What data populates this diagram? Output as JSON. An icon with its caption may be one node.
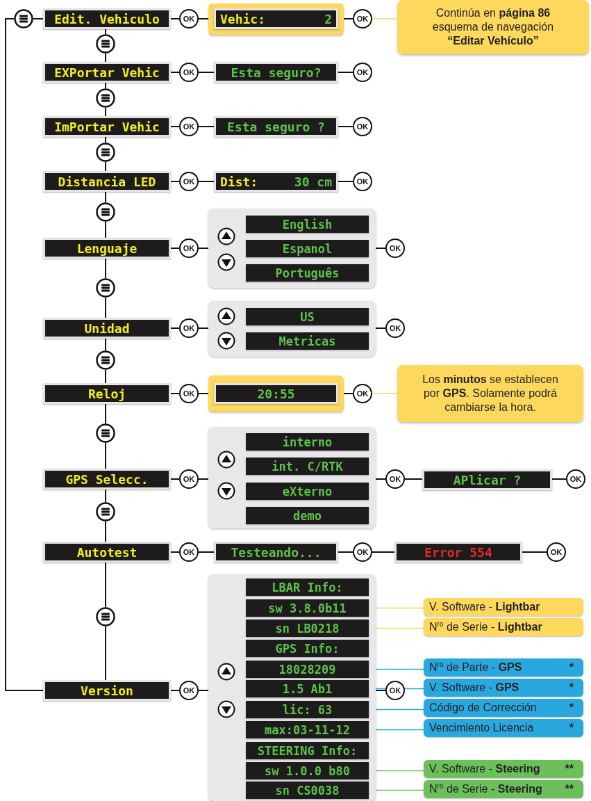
{
  "diagram": {
    "nodes": [
      {
        "text": [],
        "shape": "circle"
      },
      {
        "text": [
          "Edit. Vehiculo"
        ]
      },
      {
        "text": [
          "OK"
        ]
      },
      {
        "text": [],
        "shape": "box"
      },
      {
        "text": [
          "Vehic:",
          "2"
        ],
        "in": 3
      },
      {
        "text": [
          "OK"
        ]
      },
      {
        "text": [
          "Continúa en **página 86** esquema de navegación **“Editar Vehículo”**"
        ]
      },
      {
        "text": [],
        "shape": "circle"
      },
      {
        "text": [
          "EXPortar Vehic"
        ]
      },
      {
        "text": [
          "OK"
        ]
      },
      {
        "text": [
          "Esta seguro?"
        ]
      },
      {
        "text": [
          "OK"
        ]
      },
      {
        "text": [],
        "shape": "circle"
      },
      {
        "text": [
          "ImPortar Vehic"
        ]
      },
      {
        "text": [
          "OK"
        ]
      },
      {
        "text": [
          "Esta seguro ?"
        ]
      },
      {
        "text": [
          "OK"
        ]
      },
      {
        "text": [],
        "shape": "circle"
      },
      {
        "text": [
          "Distancia LED"
        ]
      },
      {
        "text": [
          "OK"
        ]
      },
      {
        "text": [
          "Dist:",
          "30 cm"
        ]
      },
      {
        "text": [
          "OK"
        ]
      },
      {
        "text": [],
        "shape": "circle"
      },
      {
        "text": [
          "Lenguaje"
        ]
      },
      {
        "text": [
          "OK"
        ]
      },
      {
        "text": [],
        "shape": "box"
      },
      {
        "text": [
          "English"
        ],
        "in": 25
      },
      {
        "text": [
          "Espanol"
        ],
        "in": 25
      },
      {
        "text": [
          "Português"
        ],
        "in": 25
      },
      {
        "text": [
          "OK"
        ]
      },
      {
        "text": [],
        "shape": "circle"
      },
      {
        "text": [
          "Unidad"
        ]
      },
      {
        "text": [
          "OK"
        ]
      },
      {
        "text": [],
        "shape": "box"
      },
      {
        "text": [
          "US"
        ],
        "in": 33
      },
      {
        "text": [
          "Metricas"
        ],
        "in": 33
      },
      {
        "text": [
          "OK"
        ]
      },
      {
        "text": [],
        "shape": "circle"
      },
      {
        "text": [
          "Reloj"
        ]
      },
      {
        "text": [
          "OK"
        ]
      },
      {
        "text": [],
        "shape": "box"
      },
      {
        "text": [
          "20:55"
        ],
        "in": 40
      },
      {
        "text": [
          "OK"
        ]
      },
      {
        "text": [
          "Los **minutos** se establecen por **GPS**. Solamente podrá cambiarse la hora."
        ]
      },
      {
        "text": [],
        "shape": "circle"
      },
      {
        "text": [
          "GPS Selecc."
        ]
      },
      {
        "text": [
          "OK"
        ]
      },
      {
        "text": [],
        "shape": "box"
      },
      {
        "text": [
          "interno"
        ],
        "in": 47
      },
      {
        "text": [
          "int. C/RTK"
        ],
        "in": 47
      },
      {
        "text": [
          "eXterno"
        ],
        "in": 47
      },
      {
        "text": [
          "demo"
        ],
        "in": 47
      },
      {
        "text": [
          "OK"
        ]
      },
      {
        "text": [
          "APlicar ?"
        ]
      },
      {
        "text": [
          "OK"
        ]
      },
      {
        "text": [],
        "shape": "circle"
      },
      {
        "text": [
          "Autotest"
        ]
      },
      {
        "text": [
          "OK"
        ]
      },
      {
        "text": [
          "Testeando..."
        ]
      },
      {
        "text": [
          "OK"
        ]
      },
      {
        "text": [
          "Error 554"
        ]
      },
      {
        "text": [
          "OK"
        ]
      },
      {
        "text": [],
        "shape": "circle"
      },
      {
        "text": [
          "Version"
        ]
      },
      {
        "text": [
          "OK"
        ]
      },
      {
        "text": [],
        "shape": "box"
      },
      {
        "text": [
          "LBAR Info:"
        ],
        "in": 65
      },
      {
        "text": [
          "sw 3.8.0b11"
        ],
        "in": 65
      },
      {
        "text": [
          "sn LB0218"
        ],
        "in": 65
      },
      {
        "text": [
          "GPS Info:"
        ],
        "in": 65
      },
      {
        "text": [
          "18028209"
        ],
        "in": 65
      },
      {
        "text": [
          "1.5 Ab1"
        ],
        "in": 65
      },
      {
        "text": [
          "lic: 63"
        ],
        "in": 65
      },
      {
        "text": [
          "max:03-11-12"
        ],
        "in": 65
      },
      {
        "text": [
          "STEERING Info:"
        ],
        "in": 65
      },
      {
        "text": [
          "sw 1.0.0 b80"
        ],
        "in": 65
      },
      {
        "text": [
          "sn CS0038"
        ],
        "in": 65
      },
      {
        "text": [
          "OK"
        ]
      },
      {
        "text": [
          "V. Software - **Lightbar**"
        ]
      },
      {
        "text": [
          "N$^{ro}$ de Serie - **Lightbar**"
        ]
      },
      {
        "text": [
          "N$^{ro}$ de Parte - **GPS**",
          "*"
        ]
      },
      {
        "text": [
          "V. Software - **GPS**",
          "*"
        ]
      },
      {
        "text": [
          "Código de Corrección",
          "*"
        ]
      },
      {
        "text": [
          "Vencimiento Licencia",
          "*"
        ]
      },
      {
        "text": [
          "V. Software - **Steering**",
          "**"
        ]
      },
      {
        "text": [
          "N$^{ro}$ de Serie - **Steering**",
          "**"
        ]
      }
    ],
    "edges": [
      {
        "from": 0,
        "to": 1,
        "arrow": "none"
      },
      {
        "from": 1,
        "to": 2,
        "arrow": "none"
      },
      {
        "from": 2,
        "to": 3,
        "arrow": "none"
      },
      {
        "from": 3,
        "to": 5,
        "arrow": "none"
      },
      {
        "from": 6,
        "to": 5,
        "arrow": "none",
        "color": "#f9d55b"
      },
      {
        "from": 1,
        "to": 7,
        "arrow": "none"
      },
      {
        "from": 7,
        "to": 8,
        "arrow": "none"
      },
      {
        "from": 8,
        "to": 9,
        "arrow": "none"
      },
      {
        "from": 9,
        "to": 10,
        "arrow": "none"
      },
      {
        "from": 10,
        "to": 11,
        "arrow": "none"
      },
      {
        "from": 8,
        "to": 12,
        "arrow": "none"
      },
      {
        "from": 12,
        "to": 13,
        "arrow": "none"
      },
      {
        "from": 13,
        "to": 14,
        "arrow": "none"
      },
      {
        "from": 14,
        "to": 15,
        "arrow": "none"
      },
      {
        "from": 15,
        "to": 16,
        "arrow": "none"
      },
      {
        "from": 13,
        "to": 17,
        "arrow": "none"
      },
      {
        "from": 17,
        "to": 18,
        "arrow": "none"
      },
      {
        "from": 18,
        "to": 19,
        "arrow": "none"
      },
      {
        "from": 19,
        "to": 20,
        "arrow": "none"
      },
      {
        "from": 20,
        "to": 21,
        "arrow": "none"
      },
      {
        "from": 18,
        "to": 22,
        "arrow": "none"
      },
      {
        "from": 22,
        "to": 23,
        "arrow": "none"
      },
      {
        "from": 23,
        "to": 24,
        "arrow": "none"
      },
      {
        "from": 24,
        "to": 25,
        "arrow": "none"
      },
      {
        "from": 25,
        "to": 29,
        "arrow": "none"
      },
      {
        "from": 23,
        "to": 30,
        "arrow": "none"
      },
      {
        "from": 30,
        "to": 31,
        "arrow": "none"
      },
      {
        "from": 31,
        "to": 32,
        "arrow": "none"
      },
      {
        "from": 32,
        "to": 33,
        "arrow": "none"
      },
      {
        "from": 33,
        "to": 36,
        "arrow": "none"
      },
      {
        "from": 31,
        "to": 37,
        "arrow": "none"
      },
      {
        "from": 37,
        "to": 38,
        "arrow": "none"
      },
      {
        "from": 38,
        "to": 39,
        "arrow": "none"
      },
      {
        "from": 39,
        "to": 40,
        "arrow": "none"
      },
      {
        "from": 40,
        "to": 42,
        "arrow": "none"
      },
      {
        "from": 43,
        "to": 42,
        "arrow": "none",
        "color": "#f9d55b"
      },
      {
        "from": 38,
        "to": 44,
        "arrow": "none"
      },
      {
        "from": 44,
        "to": 45,
        "arrow": "none"
      },
      {
        "from": 45,
        "to": 46,
        "arrow": "none"
      },
      {
        "from": 46,
        "to": 47,
        "arrow": "none"
      },
      {
        "from": 47,
        "to": 52,
        "arrow": "none"
      },
      {
        "from": 52,
        "to": 53,
        "arrow": "none"
      },
      {
        "from": 53,
        "to": 54,
        "arrow": "none"
      },
      {
        "from": 45,
        "to": 55,
        "arrow": "none"
      },
      {
        "from": 55,
        "to": 56,
        "arrow": "none"
      },
      {
        "from": 56,
        "to": 57,
        "arrow": "none"
      },
      {
        "from": 57,
        "to": 58,
        "arrow": "none"
      },
      {
        "from": 58,
        "to": 59,
        "arrow": "none"
      },
      {
        "from": 59,
        "to": 60,
        "arrow": "none"
      },
      {
        "from": 60,
        "to": 61,
        "arrow": "none"
      },
      {
        "from": 56,
        "to": 62,
        "arrow": "none"
      },
      {
        "from": 62,
        "to": 63,
        "arrow": "none"
      },
      {
        "from": 63,
        "to": 64,
        "arrow": "none"
      },
      {
        "from": 64,
        "to": 65,
        "arrow": "none"
      },
      {
        "from": 65,
        "to": 77,
        "arrow": "none"
      },
      {
        "from": 63,
        "to": 0,
        "arrow": "none"
      },
      {
        "from": 78,
        "to": 67,
        "arrow": "none",
        "color": "#f9d55b"
      },
      {
        "from": 79,
        "to": 68,
        "arrow": "none",
        "color": "#f9d55b"
      },
      {
        "from": 80,
        "to": 70,
        "arrow": "none",
        "color": "#29a8e0"
      },
      {
        "from": 81,
        "to": 71,
        "arrow": "none",
        "color": "#29a8e0"
      },
      {
        "from": 82,
        "to": 72,
        "arrow": "none",
        "color": "#29a8e0"
      },
      {
        "from": 83,
        "to": 73,
        "arrow": "none",
        "color": "#29a8e0"
      },
      {
        "from": 84,
        "to": 75,
        "arrow": "none",
        "color": "#6cc05a"
      },
      {
        "from": 85,
        "to": 76,
        "arrow": "none",
        "color": "#6cc05a"
      }
    ]
  }
}
